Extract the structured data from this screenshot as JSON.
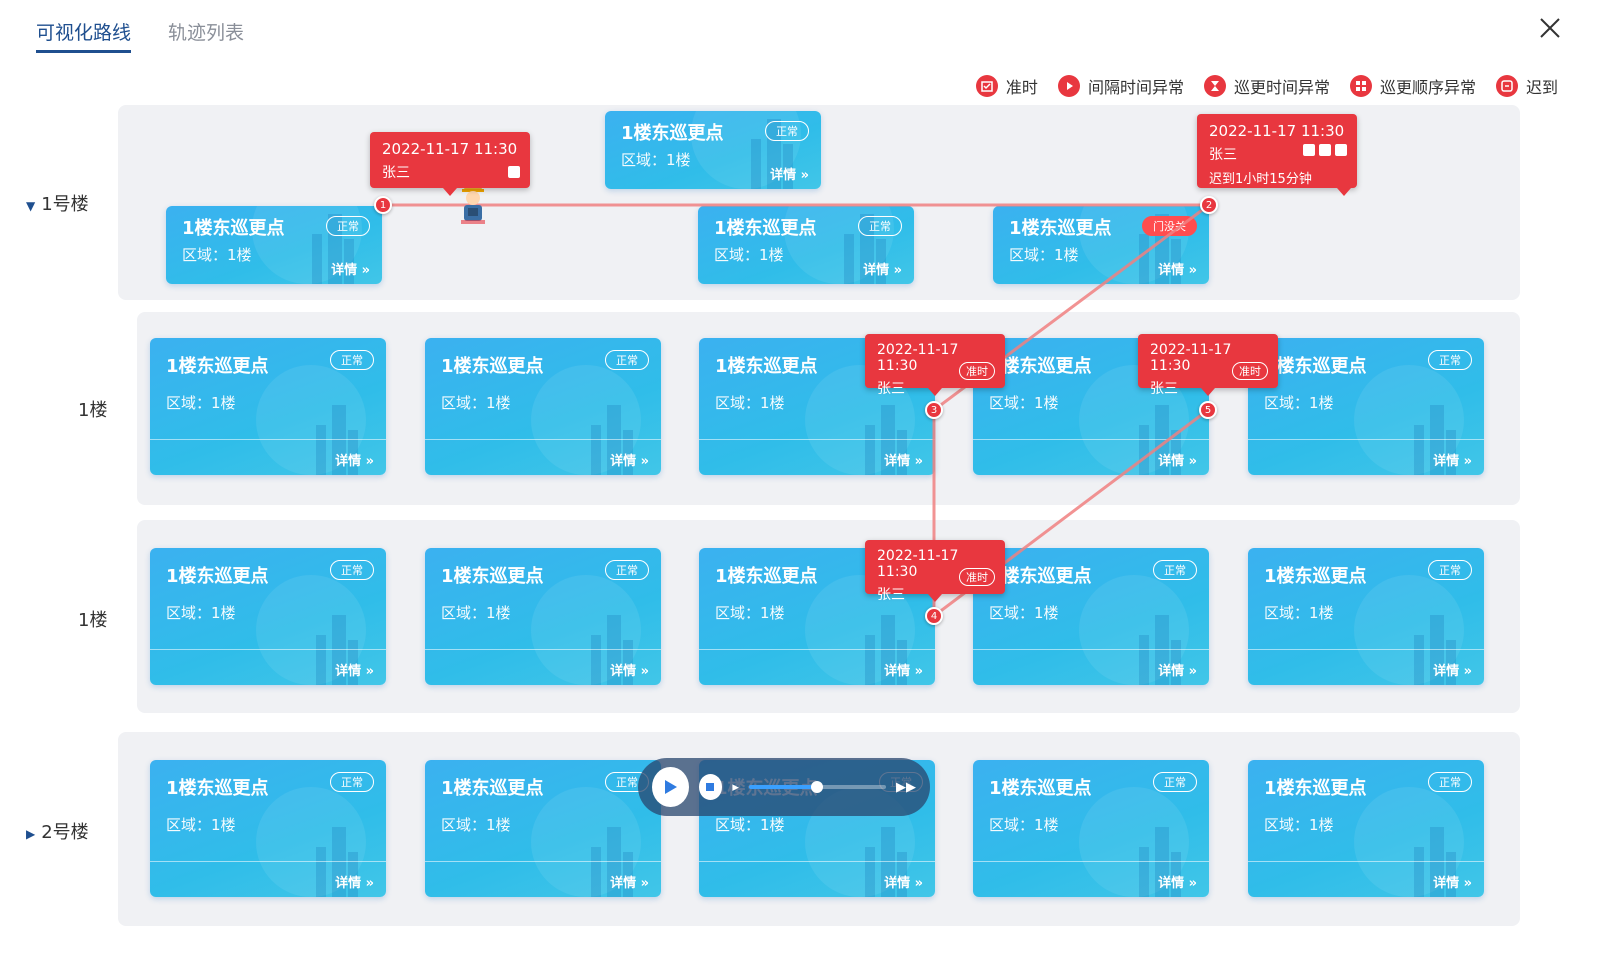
{
  "tabs": {
    "visual": "可视化路线",
    "list": "轨迹列表"
  },
  "legend": [
    {
      "icon": "ontime-icon",
      "label": "准时"
    },
    {
      "icon": "interval-abnormal-icon",
      "label": "间隔时间异常"
    },
    {
      "icon": "hourglass-icon",
      "label": "巡更时间异常"
    },
    {
      "icon": "order-abnormal-icon",
      "label": "巡更顺序异常"
    },
    {
      "icon": "late-icon",
      "label": "迟到"
    }
  ],
  "floors": [
    {
      "label": "1号楼",
      "expanded": true
    },
    {
      "label": "1楼"
    },
    {
      "label": "1楼"
    },
    {
      "label": "2号楼",
      "expanded": false
    }
  ],
  "card": {
    "name": "1楼东巡更点",
    "area": "区域：1楼",
    "detail": "详情 »",
    "status_normal": "正常",
    "status_door": "门没关"
  },
  "popups": [
    {
      "date": "2022-11-17  11:30",
      "name": "张三"
    },
    {
      "date": "2022-11-17  11:30",
      "name": "张三",
      "extra": "迟到1小时15分钟"
    },
    {
      "date": "2022-11-17  11:30",
      "name": "张三",
      "tag": "准时"
    },
    {
      "date": "2022-11-17  11:30",
      "name": "张三",
      "tag": "准时"
    },
    {
      "date": "2022-11-17  11:30",
      "name": "张三",
      "tag": "准时"
    }
  ],
  "markers": [
    "1",
    "2",
    "3",
    "4",
    "5"
  ],
  "player": {
    "progress": 0.5
  },
  "colors": {
    "accent": "#1f4f8f",
    "alert": "#e8373f",
    "card": "#38b6ee",
    "route": "#f08080"
  }
}
